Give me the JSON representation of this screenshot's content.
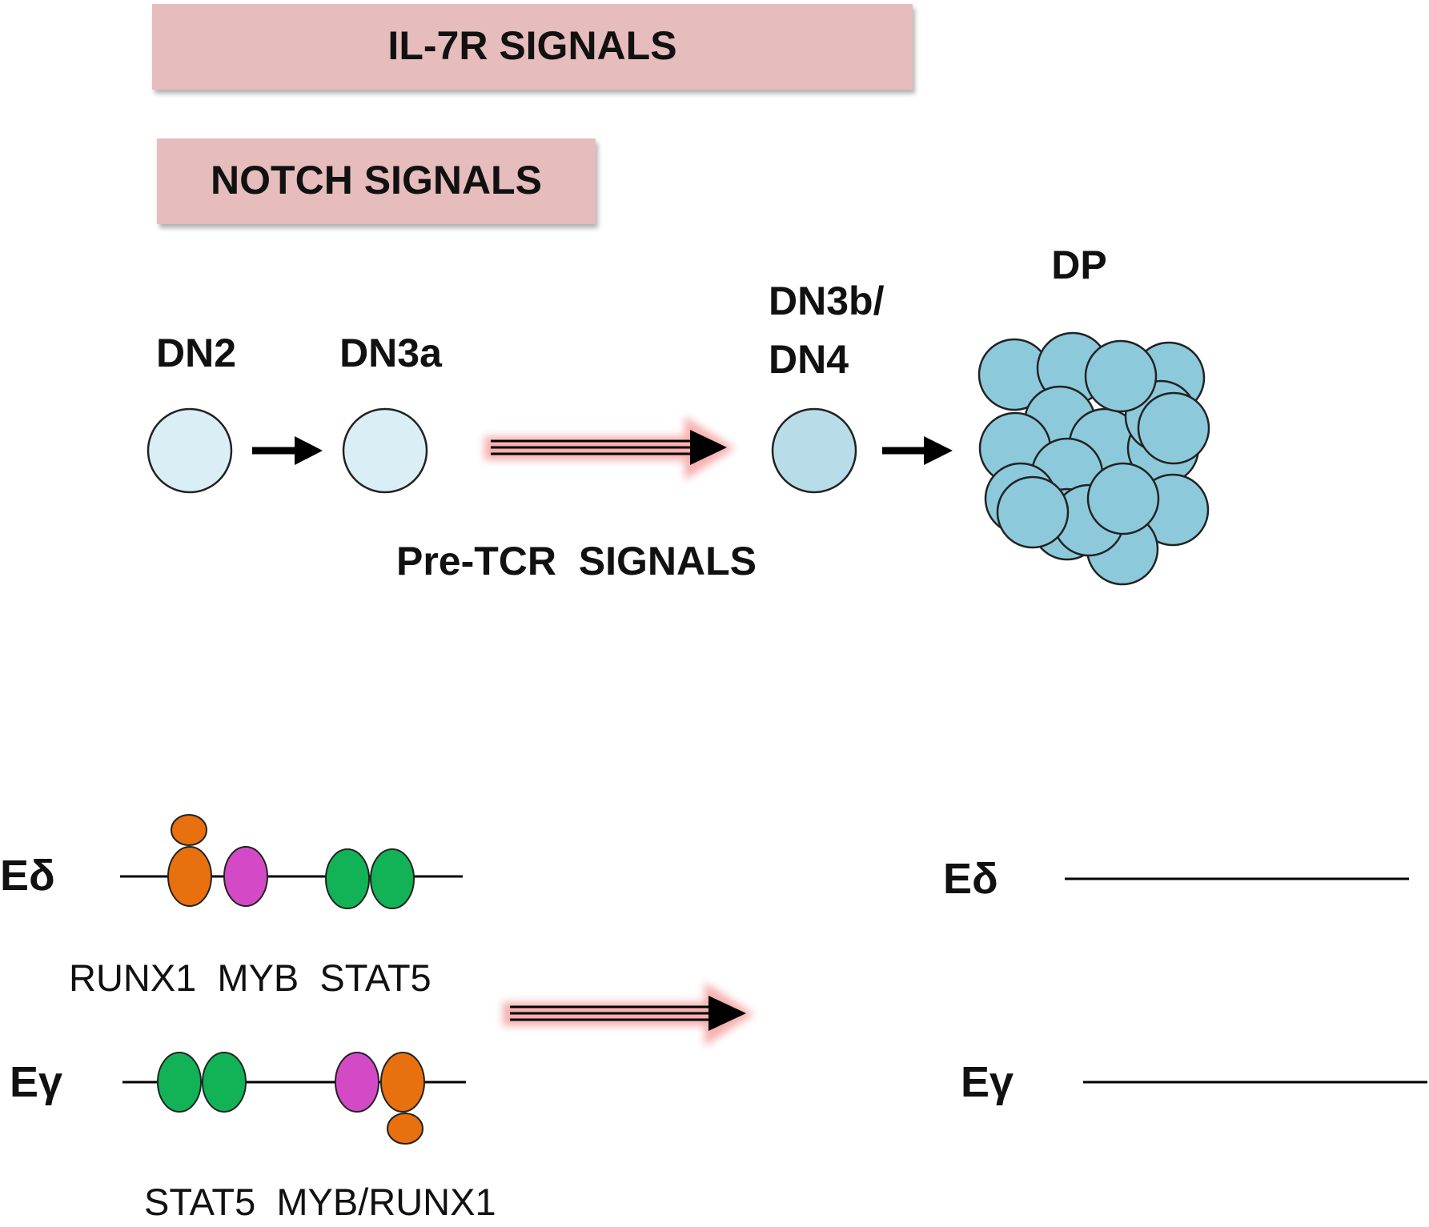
{
  "signals": {
    "il7r": "IL-7R SIGNALS",
    "notch": "NOTCH SIGNALS",
    "pretcr": "Pre-TCR  SIGNALS"
  },
  "stages": {
    "dn2": "DN2",
    "dn3a": "DN3a",
    "dn3b_line1": "DN3b/",
    "dn3b_line2": "DN4",
    "dp": "DP"
  },
  "enhancers": {
    "e_delta": "Eδ",
    "e_gamma": "Eγ",
    "delta_factors": "RUNX1  MYB  STAT5",
    "gamma_factors": "STAT5  MYB/RUNX1"
  },
  "colors": {
    "signal_box": "#e6bcbc",
    "early_cell": "#daeef5",
    "dn3b_cell": "#b9dde8",
    "dp_cell": "#8ccadb",
    "runx1": "#e8700f",
    "myb": "#d44ac6",
    "stat5": "#11b356",
    "arrow_glow": "#f5a3a3"
  },
  "icons": {
    "transition_arrow": "arrow-right",
    "signal_arrow": "triple-line-arrow"
  }
}
